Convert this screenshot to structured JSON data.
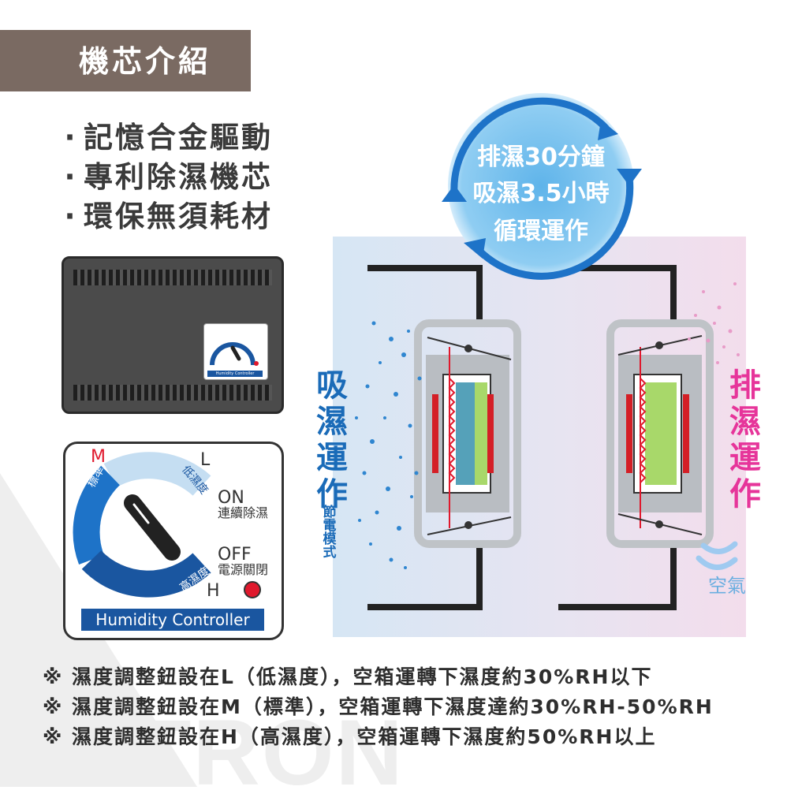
{
  "header": {
    "title": "機芯介紹"
  },
  "features": [
    "記憶合金驅動",
    "專利除濕機芯",
    "環保無須耗材"
  ],
  "bullet_mark": "·",
  "watermark": "PATRON",
  "controller": {
    "label": "Humidity Controller",
    "mark_M": "M",
    "mark_L": "L",
    "mark_H": "H",
    "arc_standard": "標準",
    "arc_low": "低濕度",
    "arc_high": "高濕度",
    "on": "ON",
    "on_desc": "連續除濕",
    "off": "OFF",
    "off_desc": "電源關閉",
    "indicator_color": "#e0192d"
  },
  "cycle": {
    "line1": "排濕30分鐘",
    "line2": "吸濕3.5小時",
    "line3": "循環運作"
  },
  "diagram": {
    "absorb": "吸濕運作",
    "absorb_sub": "節電模式",
    "exhaust": "排濕運作",
    "air": "空氣"
  },
  "notes": [
    "※ 濕度調整鈕設在L（低濕度），空箱運轉下濕度約30%RH以下",
    "※ 濕度調整鈕設在M（標準），空箱運轉下濕度達約30%RH-50%RH",
    "※ 濕度調整鈕設在H（高濕度），空箱運轉下濕度約50%RH以上"
  ],
  "colors": {
    "title_bg": "#7a6a62",
    "brand_blue": "#1a56a0",
    "absorb_blue": "#1a6bb8",
    "exhaust_pink": "#e6359a",
    "cycle_blue": "#1e73c8"
  }
}
